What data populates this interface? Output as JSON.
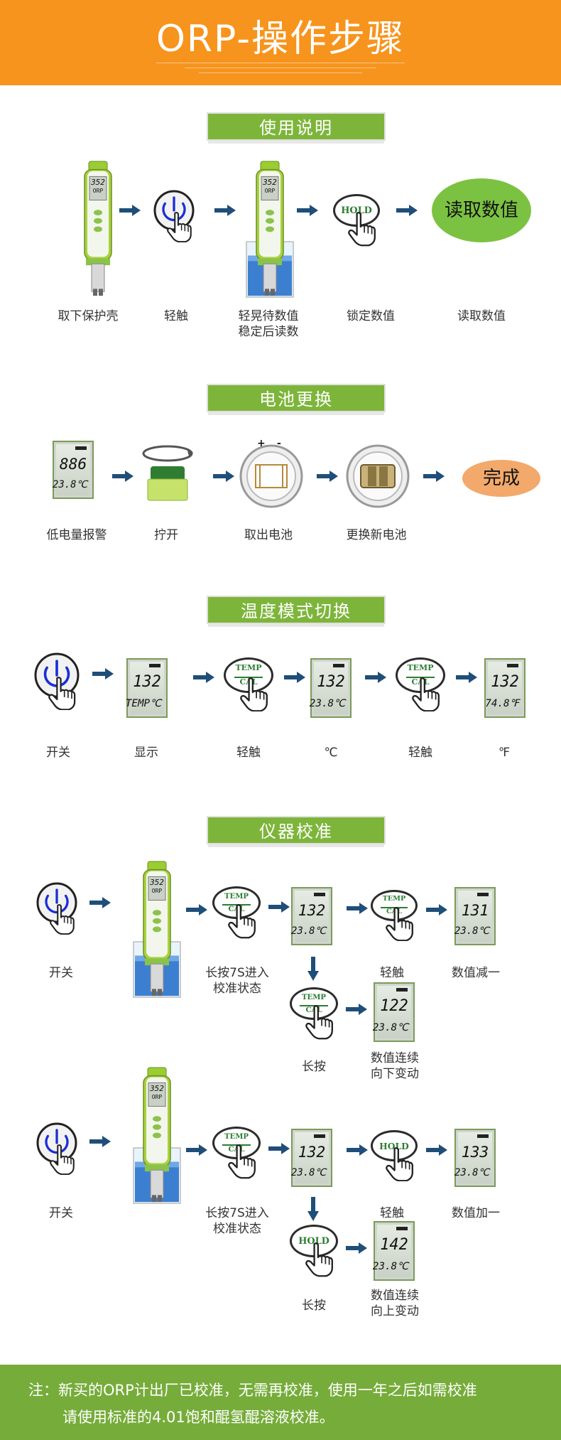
{
  "header": {
    "title": "ORP-操作步骤"
  },
  "sections": {
    "usage": {
      "title": "使用说明",
      "labels": [
        "取下保护壳",
        "轻触",
        "轻晃待数值\n稳定后读数",
        "锁定数值",
        "读取数值"
      ],
      "result": "读取数值"
    },
    "battery": {
      "title": "电池更换",
      "labels": [
        "低电量报警",
        "拧开",
        "取出电池",
        "更换新电池"
      ],
      "result": "完成"
    },
    "temp": {
      "title": "温度模式切换",
      "labels": [
        "开关",
        "显示",
        "轻触",
        "℃",
        "轻触",
        "℉"
      ]
    },
    "calib": {
      "title": "仪器校准",
      "row1": {
        "labels": [
          "开关",
          "长按7S进入\n校准状态",
          "轻触",
          "数值减一"
        ],
        "sub_labels": [
          "长按",
          "数值连续\n向下变动"
        ]
      },
      "row2": {
        "labels": [
          "开关",
          "长按7S进入\n校准状态",
          "轻触",
          "数值加一"
        ],
        "sub_labels": [
          "长按",
          "数值连续\n向上变动"
        ]
      }
    }
  },
  "buttons": {
    "hold": "HOLD",
    "temp_top": "TEMP",
    "temp_bot": "CAL"
  },
  "lcd": {
    "low_batt": {
      "top": "886",
      "bot": "23.8℃"
    },
    "temp_display": {
      "top": "132",
      "bot": "TEMP℃"
    },
    "celsius": {
      "top": "132",
      "bot": "23.8℃"
    },
    "fahrenheit": {
      "top": "132",
      "bot": "74.8℉"
    },
    "cal_start": {
      "top": "132",
      "bot": "23.8℃"
    },
    "cal_minus": {
      "top": "131",
      "bot": "23.8℃"
    },
    "cal_down": {
      "top": "122",
      "bot": "23.8℃"
    },
    "cal_plus": {
      "top": "133",
      "bot": "23.8℃"
    },
    "cal_up": {
      "top": "142",
      "bot": "23.8℃"
    },
    "meter": {
      "top": "352",
      "bot": "ORP"
    }
  },
  "battery_marks": {
    "plus": "+",
    "minus": "-"
  },
  "footer": {
    "line1": "注：新买的ORP计出厂已校准，无需再校准，使用一年之后如需校准",
    "line2": "请使用标准的4.01饱和醌氢醌溶液校准。"
  },
  "colors": {
    "header": "#f7941d",
    "section": "#7db53a",
    "footer": "#76ac3a",
    "arrow": "#1f4e79",
    "power": "#1a2fd6"
  }
}
